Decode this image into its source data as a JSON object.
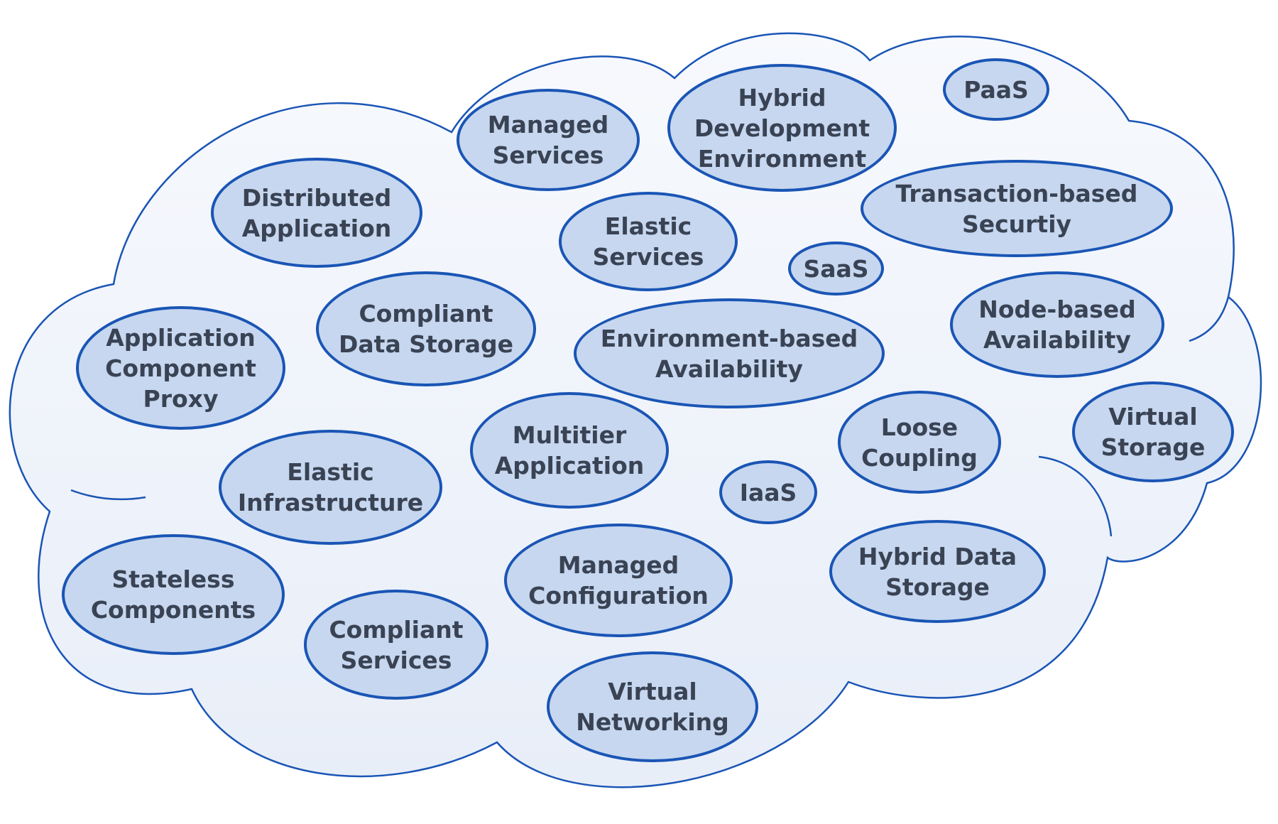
{
  "colors": {
    "outline": "#1a55b5",
    "bubble_fill": "#c6d7ef",
    "cloud_fill": "#f2f5fb",
    "text": "#3a4354"
  },
  "bubbles": {
    "managed_services": [
      "Managed",
      "Services"
    ],
    "hybrid_development_environment": [
      "Hybrid",
      "Development",
      "Environment"
    ],
    "paas": [
      "PaaS"
    ],
    "distributed_application": [
      "Distributed",
      "Application"
    ],
    "elastic_services": [
      "Elastic",
      "Services"
    ],
    "transaction_based_security": [
      "Transaction-based",
      "Securtiy"
    ],
    "saas": [
      "SaaS"
    ],
    "compliant_data_storage": [
      "Compliant",
      "Data Storage"
    ],
    "node_based_availability": [
      "Node-based",
      "Availability"
    ],
    "application_component_proxy": [
      "Application",
      "Component",
      "Proxy"
    ],
    "environment_based_availability": [
      "Environment-based",
      "Availability"
    ],
    "virtual_storage": [
      "Virtual",
      "Storage"
    ],
    "multitier_application": [
      "Multitier",
      "Application"
    ],
    "loose_coupling": [
      "Loose",
      "Coupling"
    ],
    "elastic_infrastructure": [
      "Elastic",
      "Infrastructure"
    ],
    "iaas": [
      "IaaS"
    ],
    "stateless_components": [
      "Stateless",
      "Components"
    ],
    "managed_configuration": [
      "Managed",
      "Configuration"
    ],
    "hybrid_data_storage": [
      "Hybrid Data",
      "Storage"
    ],
    "compliant_services": [
      "Compliant",
      "Services"
    ],
    "virtual_networking": [
      "Virtual",
      "Networking"
    ]
  }
}
